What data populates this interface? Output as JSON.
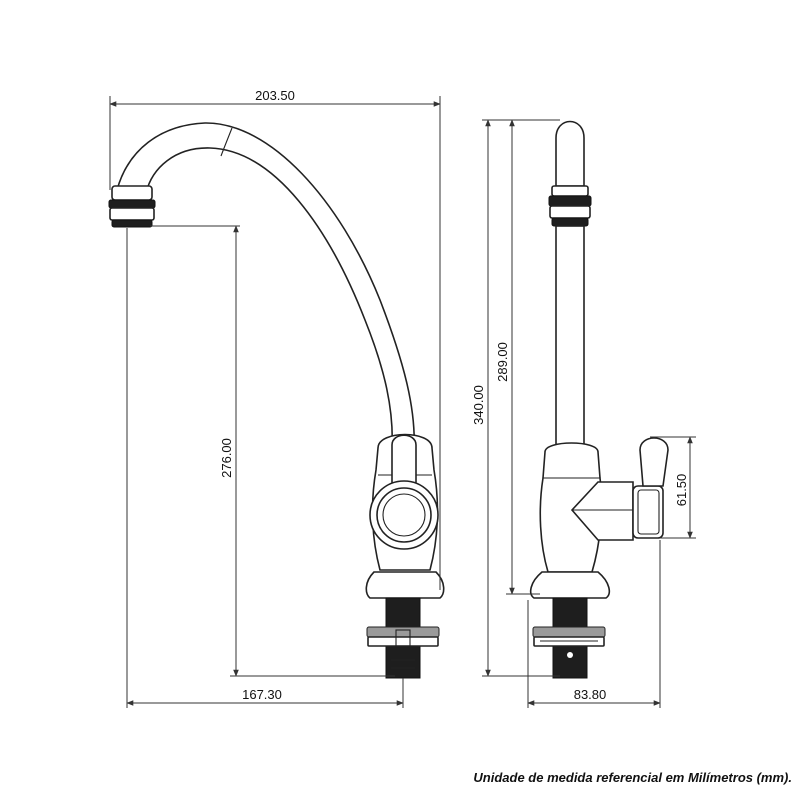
{
  "dimensions": {
    "overall_reach": "203.50",
    "spout_height": "276.00",
    "base_to_outlet_reach": "167.30",
    "total_height": "340.00",
    "spout_column_height": "289.00",
    "handle_height": "61.50",
    "side_depth": "83.80"
  },
  "footnote": "Unidade de medida referencial em Milímetros (mm)."
}
